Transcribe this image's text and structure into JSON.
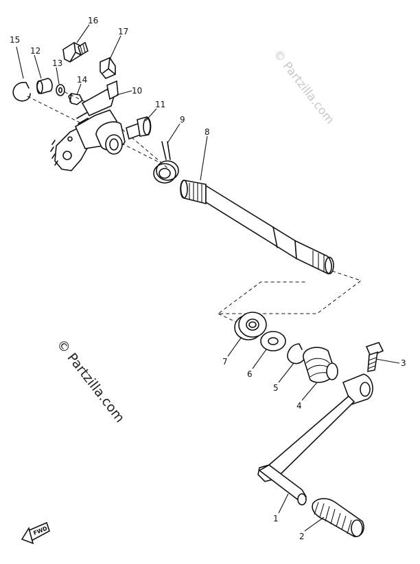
{
  "watermarks": {
    "top_right": "© Partzilla.com",
    "left": "© Partzilla.com"
  },
  "direction_badge": "FWD",
  "callouts": [
    {
      "id": "c1",
      "label": "1"
    },
    {
      "id": "c2",
      "label": "2"
    },
    {
      "id": "c3",
      "label": "3"
    },
    {
      "id": "c4",
      "label": "4"
    },
    {
      "id": "c5",
      "label": "5"
    },
    {
      "id": "c6",
      "label": "6"
    },
    {
      "id": "c7",
      "label": "7"
    },
    {
      "id": "c8",
      "label": "8"
    },
    {
      "id": "c9",
      "label": "9"
    },
    {
      "id": "c10",
      "label": "10"
    },
    {
      "id": "c11",
      "label": "11"
    },
    {
      "id": "c12",
      "label": "12"
    },
    {
      "id": "c13",
      "label": "13"
    },
    {
      "id": "c14",
      "label": "14"
    },
    {
      "id": "c15",
      "label": "15"
    },
    {
      "id": "c16",
      "label": "16"
    },
    {
      "id": "c17",
      "label": "17"
    }
  ]
}
